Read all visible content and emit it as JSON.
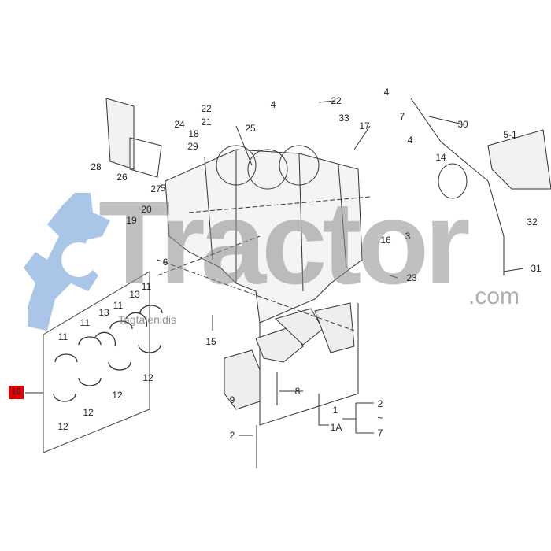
{
  "watermark": {
    "brand": "Tractor",
    "domain": ".com",
    "subtext": "Tagtalenidis"
  },
  "callouts": {
    "highlighted": "10",
    "labels": [
      "28",
      "26",
      "27",
      "24",
      "29",
      "22",
      "21",
      "18",
      "25",
      "4",
      "22",
      "33",
      "17",
      "4",
      "7",
      "4",
      "30",
      "14",
      "5-1",
      "32",
      "31",
      "20",
      "5",
      "19",
      "16",
      "3",
      "23",
      "6",
      "15",
      "8",
      "9",
      "2",
      "1",
      "1A",
      "2",
      "~",
      "7",
      "11",
      "11",
      "13",
      "11",
      "13",
      "11",
      "12",
      "12",
      "12",
      "12"
    ]
  },
  "colors": {
    "highlight": "#e00000",
    "gear": "#a9c6e8",
    "line": "#333333"
  }
}
